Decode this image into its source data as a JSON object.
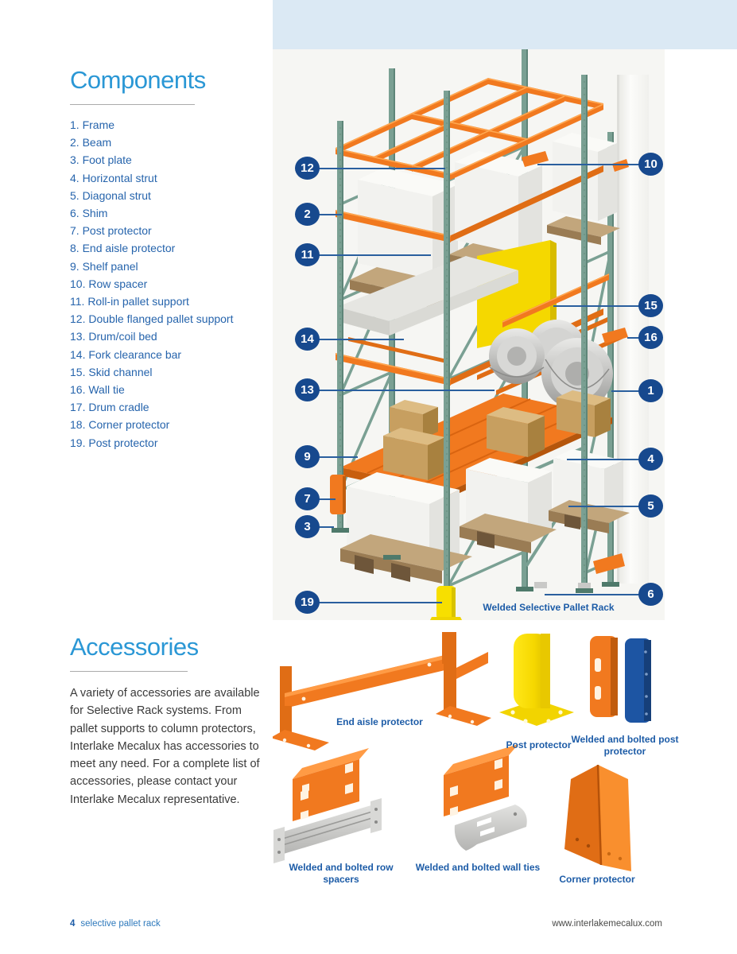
{
  "components": {
    "title": "Components",
    "items": [
      "1. Frame",
      "2. Beam",
      "3. Foot plate",
      "4. Horizontal strut",
      "5. Diagonal strut",
      "6. Shim",
      "7. Post protector",
      "8. End aisle protector",
      "9. Shelf panel",
      "10. Row spacer",
      "11. Roll-in pallet support",
      "12. Double flanged pallet support",
      "13. Drum/coil bed",
      "14. Fork clearance bar",
      "15. Skid channel",
      "16. Wall tie",
      "17. Drum cradle",
      "18. Corner protector",
      "19. Post protector"
    ]
  },
  "accessories": {
    "title": "Accessories",
    "paragraph": "A variety of accessories are available for Selective Rack systems. From pallet supports to column protectors, Interlake Mecalux has accessories to meet any need. For a complete list of accessories, please contact your Interlake Mecalux representative."
  },
  "diagram": {
    "caption": "Welded Selective Pallet Rack",
    "callouts_left": [
      "12",
      "2",
      "11",
      "14",
      "13",
      "9",
      "7",
      "3",
      "19"
    ],
    "callouts_right": [
      "10",
      "15",
      "16",
      "1",
      "4",
      "5",
      "6"
    ]
  },
  "accessory_labels": {
    "end_aisle": "End aisle protector",
    "post_protector": "Post protector",
    "welded_bolted_post": "Welded and bolted post protector",
    "welded_bolted_row": "Welded and bolted row spacers",
    "welded_bolted_wall": "Welded and bolted wall ties",
    "corner": "Corner protector"
  },
  "footer": {
    "page_number": "4",
    "page_label": "selective pallet rack",
    "website": "www.interlakemecalux.com"
  },
  "colors": {
    "heading_blue": "#2a97d5",
    "list_blue": "#2664ac",
    "caption_blue": "#1d5ca7",
    "badge_navy": "#17498e",
    "band_blue": "#dbe9f4",
    "rack_orange": "#f1791f",
    "rack_teal": "#7aa093",
    "protector_yellow": "#f6dc00",
    "bolted_blue": "#1d55a3",
    "steel_gray": "#c9c9c7"
  }
}
